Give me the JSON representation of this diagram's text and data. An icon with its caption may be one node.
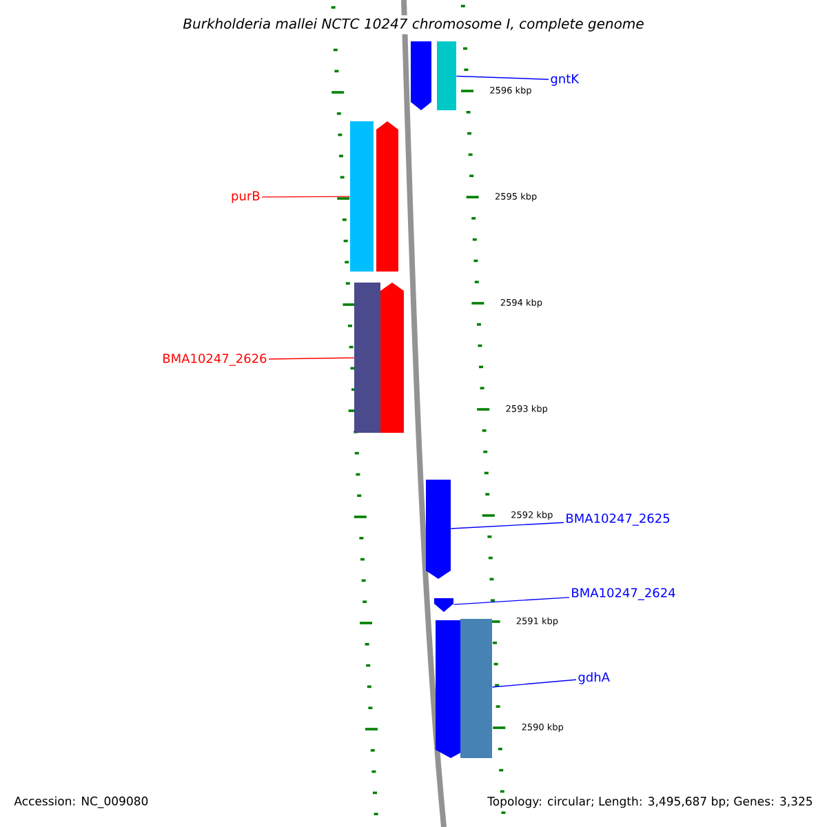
{
  "diagram": {
    "title": "Burkholderia mallei NCTC 10247 chromosome I, complete genome",
    "nodes": [
      {
        "text": [],
        "shape": "arrow"
      },
      {
        "text": [],
        "shape": "bar"
      },
      {
        "text": [
          "gntK"
        ]
      },
      {
        "text": [],
        "shape": "bar"
      },
      {
        "text": [],
        "shape": "arrow"
      },
      {
        "text": [
          "purB"
        ]
      },
      {
        "text": [],
        "shape": "bar"
      },
      {
        "text": [],
        "shape": "arrow"
      },
      {
        "text": [
          "BMA10247_2626"
        ]
      },
      {
        "text": [],
        "shape": "arrow"
      },
      {
        "text": [
          "BMA10247_2625"
        ]
      },
      {
        "text": [],
        "shape": "arrow"
      },
      {
        "text": [
          "BMA10247_2624"
        ]
      },
      {
        "text": [],
        "shape": "arrow"
      },
      {
        "text": [],
        "shape": "bar"
      },
      {
        "text": [
          "gdhA"
        ]
      }
    ],
    "edges": [
      {
        "from": 2,
        "to": 1,
        "arrow": "none"
      },
      {
        "from": 5,
        "to": 3,
        "arrow": "none",
        "color": "#ff0000"
      },
      {
        "from": 8,
        "to": 6,
        "arrow": "none",
        "color": "#ff0000"
      },
      {
        "from": 10,
        "to": 9,
        "arrow": "none"
      },
      {
        "from": 12,
        "to": 11,
        "arrow": "none"
      },
      {
        "from": 15,
        "to": 14,
        "arrow": "none"
      }
    ],
    "labels": [
      "2596 kbp",
      "2595 kbp",
      "2594 kbp",
      "2593 kbp",
      "2592 kbp",
      "2591 kbp",
      "2590 kbp",
      "Accession: NC_009080",
      "Topology: circular; Length: 3,495,687 bp; Genes: 3,325"
    ]
  }
}
